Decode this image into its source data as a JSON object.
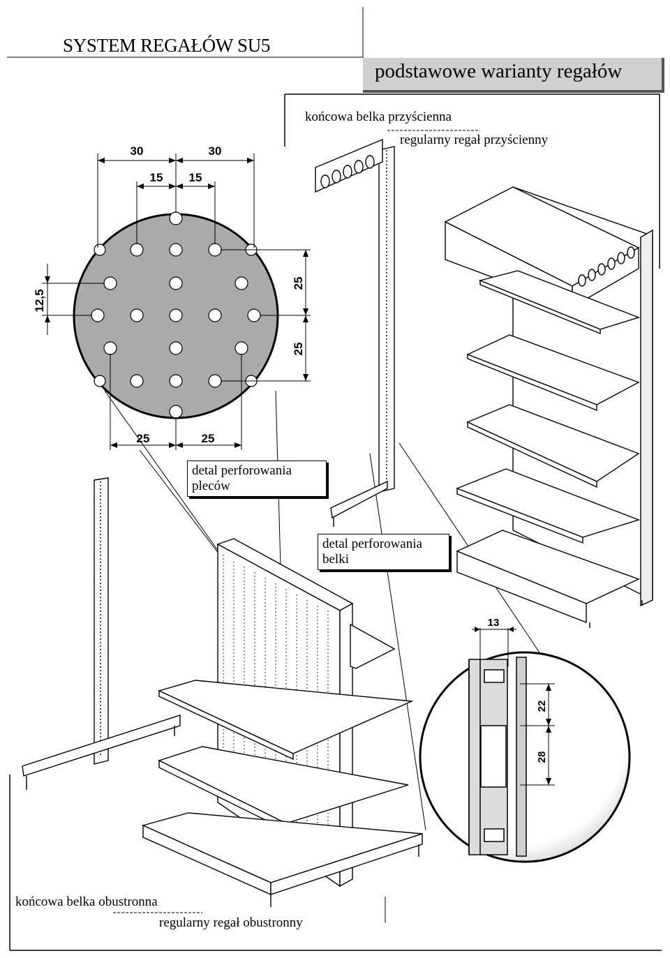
{
  "header": {
    "title": "SYSTEM REGAŁÓW SU5",
    "subtitle": "podstawowe warianty regałów"
  },
  "labels": {
    "wall_end_beam": "końcowa belka przyścienna",
    "wall_regular_rack": "regularny regał przyścienny",
    "back_detail": "detal perforowania\npleców",
    "beam_detail": "detal perforowania\nbelki",
    "island_end_beam": "końcowa belka obustronna",
    "island_regular_rack": "regularny regał obustronny"
  },
  "back_perforation_dims": {
    "top_outer": [
      "30",
      "30"
    ],
    "top_inner": [
      "15",
      "15"
    ],
    "left": "12,5",
    "right": [
      "25",
      "25"
    ],
    "bottom": [
      "25",
      "25"
    ]
  },
  "beam_perforation_dims": {
    "top": "13",
    "right": [
      "22",
      "28"
    ]
  }
}
